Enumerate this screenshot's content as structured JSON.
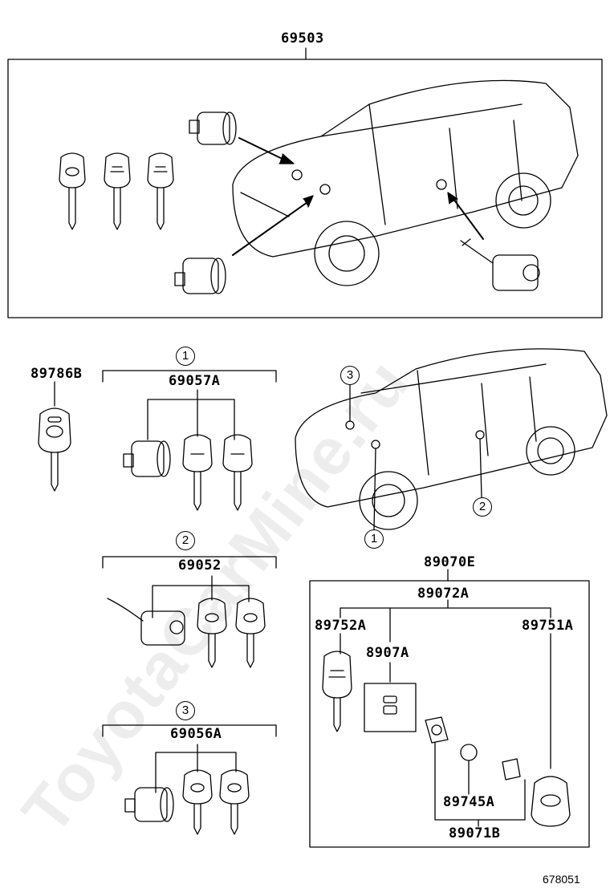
{
  "watermark": "ToyotaCarMine.ru",
  "figure_ref": "678051",
  "parts": {
    "main_set": "69503",
    "key_plate": "89786B",
    "set_1": "69057A",
    "set_2": "69052",
    "set_3": "69056A",
    "transmitter_assy": "89070E",
    "transmitter_housing": "89072A",
    "key_a": "89752A",
    "part_8907a": "8907A",
    "key_b": "89751A",
    "battery": "89745A",
    "case": "89071B"
  },
  "callouts": {
    "one": "1",
    "two": "2",
    "three": "3"
  }
}
